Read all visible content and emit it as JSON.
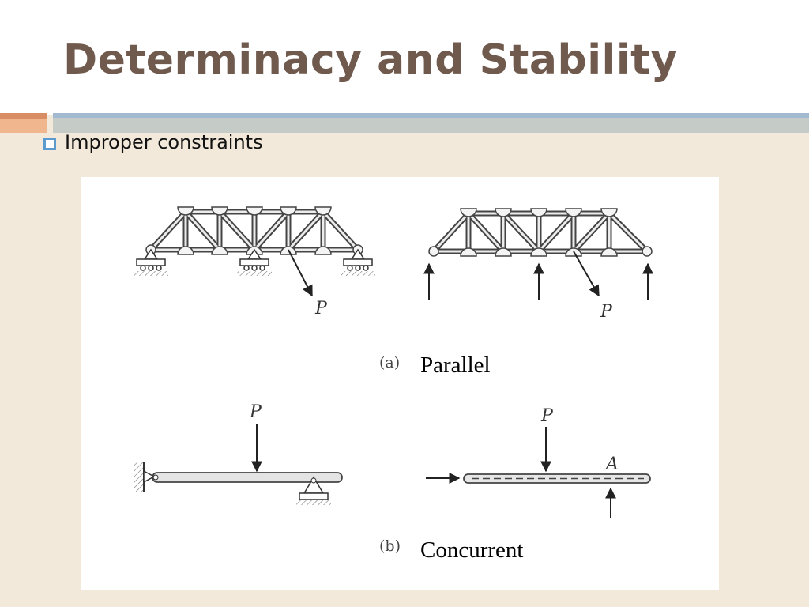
{
  "slide": {
    "title": "Determinacy and Stability",
    "bullet": "Improper constraints"
  },
  "figure": {
    "part_a": {
      "label": "(a)",
      "caption": "Parallel",
      "load_left": "P",
      "load_right": "P"
    },
    "part_b": {
      "label": "(b)",
      "caption": "Concurrent",
      "load_left": "P",
      "load_right": "P",
      "point": "A"
    }
  },
  "colors": {
    "title": "#6f5a4d",
    "background": "#f2e9da",
    "bullet": "#5b9bd0",
    "rule_blue": "#a2bad0",
    "rule_grey": "#c5ccc8",
    "rule_orange": "#f0b68d"
  }
}
